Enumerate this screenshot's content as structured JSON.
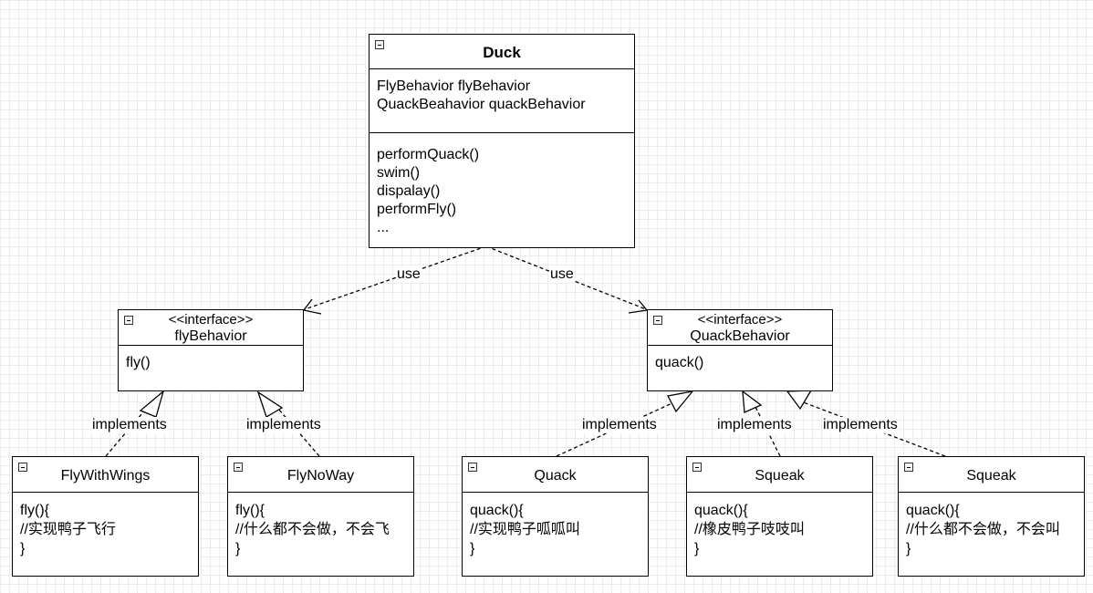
{
  "classes": {
    "duck": {
      "name": "Duck",
      "attributes": [
        "FlyBehavior flyBehavior",
        "QuackBeahavior quackBehavior"
      ],
      "methods": [
        "performQuack()",
        "swim()",
        "dispalay()",
        "performFly()",
        "..."
      ]
    },
    "fly_behavior": {
      "stereotype": "<<interface>>",
      "name": "flyBehavior",
      "methods": [
        "fly()"
      ]
    },
    "quack_behavior": {
      "stereotype": "<<interface>>",
      "name": "QuackBehavior",
      "methods": [
        "quack()"
      ]
    },
    "fly_with_wings": {
      "name": "FlyWithWings",
      "body": [
        "fly(){",
        "//实现鸭子飞行",
        "}"
      ]
    },
    "fly_no_way": {
      "name": "FlyNoWay",
      "body": [
        "fly(){",
        "//什么都不会做，不会飞",
        "}"
      ]
    },
    "quack": {
      "name": "Quack",
      "body": [
        "quack(){",
        "//实现鸭子呱呱叫",
        "}"
      ]
    },
    "squeak_1": {
      "name": "Squeak",
      "body": [
        "quack(){",
        "//橡皮鸭子吱吱叫",
        "}"
      ]
    },
    "squeak_2": {
      "name": "Squeak",
      "body": [
        "quack(){",
        "//什么都不会做，不会叫",
        "}"
      ]
    }
  },
  "relations": [
    {
      "type": "use",
      "from": "Duck",
      "to": "flyBehavior",
      "label": "use"
    },
    {
      "type": "use",
      "from": "Duck",
      "to": "QuackBehavior",
      "label": "use"
    },
    {
      "type": "implements",
      "from": "FlyWithWings",
      "to": "flyBehavior",
      "label": "implements"
    },
    {
      "type": "implements",
      "from": "FlyNoWay",
      "to": "flyBehavior",
      "label": "implements"
    },
    {
      "type": "implements",
      "from": "Quack",
      "to": "QuackBehavior",
      "label": "implements"
    },
    {
      "type": "implements",
      "from": "Squeak",
      "to": "QuackBehavior",
      "label": "implements"
    },
    {
      "type": "implements",
      "from": "Squeak",
      "to": "QuackBehavior",
      "label": "implements"
    }
  ],
  "colors": {
    "line": "#000000",
    "grid": "#ececec",
    "background": "#ffffff"
  }
}
